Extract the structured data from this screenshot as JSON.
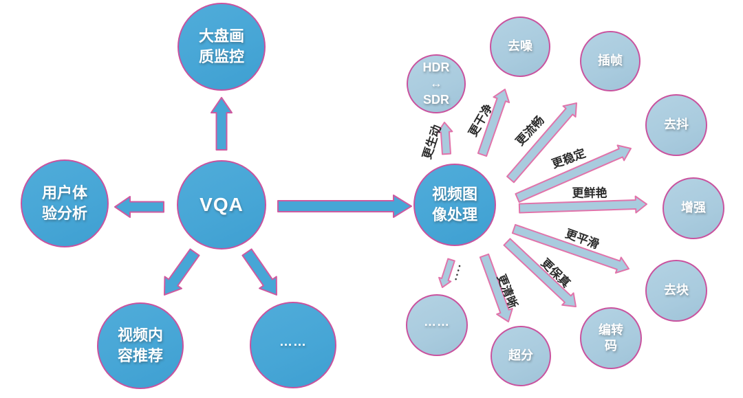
{
  "nodes": {
    "dashboard": "大盘画\n质监控",
    "user_experience": "用户体\n验分析",
    "vqa": "VQA",
    "content_recommend": "视频内\n容推荐",
    "vqa_others": "……",
    "video_processing": "视频图\n像处理",
    "hdr_sdr": "HDR\n↔\nSDR",
    "denoise": "去噪",
    "frame_interpolation": "插帧",
    "deshake": "去抖",
    "enhance": "增强",
    "deblock": "去块",
    "transcode": "编转\n码",
    "super_resolution": "超分",
    "processing_others": "……"
  },
  "edge_labels": {
    "vivid": "更生动",
    "clean": "更干净",
    "fluent": "更流畅",
    "stable": "更稳定",
    "vibrant": "更鲜艳",
    "smooth": "更平滑",
    "fidelity": "更保真",
    "clear": "更清晰"
  },
  "colors": {
    "node_primary_fill": "#47A6D6",
    "node_secondary_fill": "#A9CBDE",
    "node_border": "#C9529E",
    "arrow_border": "#CE5AA0",
    "arrow_border_light": "#E173AA",
    "edge_label_color": "#2B2B2B"
  }
}
